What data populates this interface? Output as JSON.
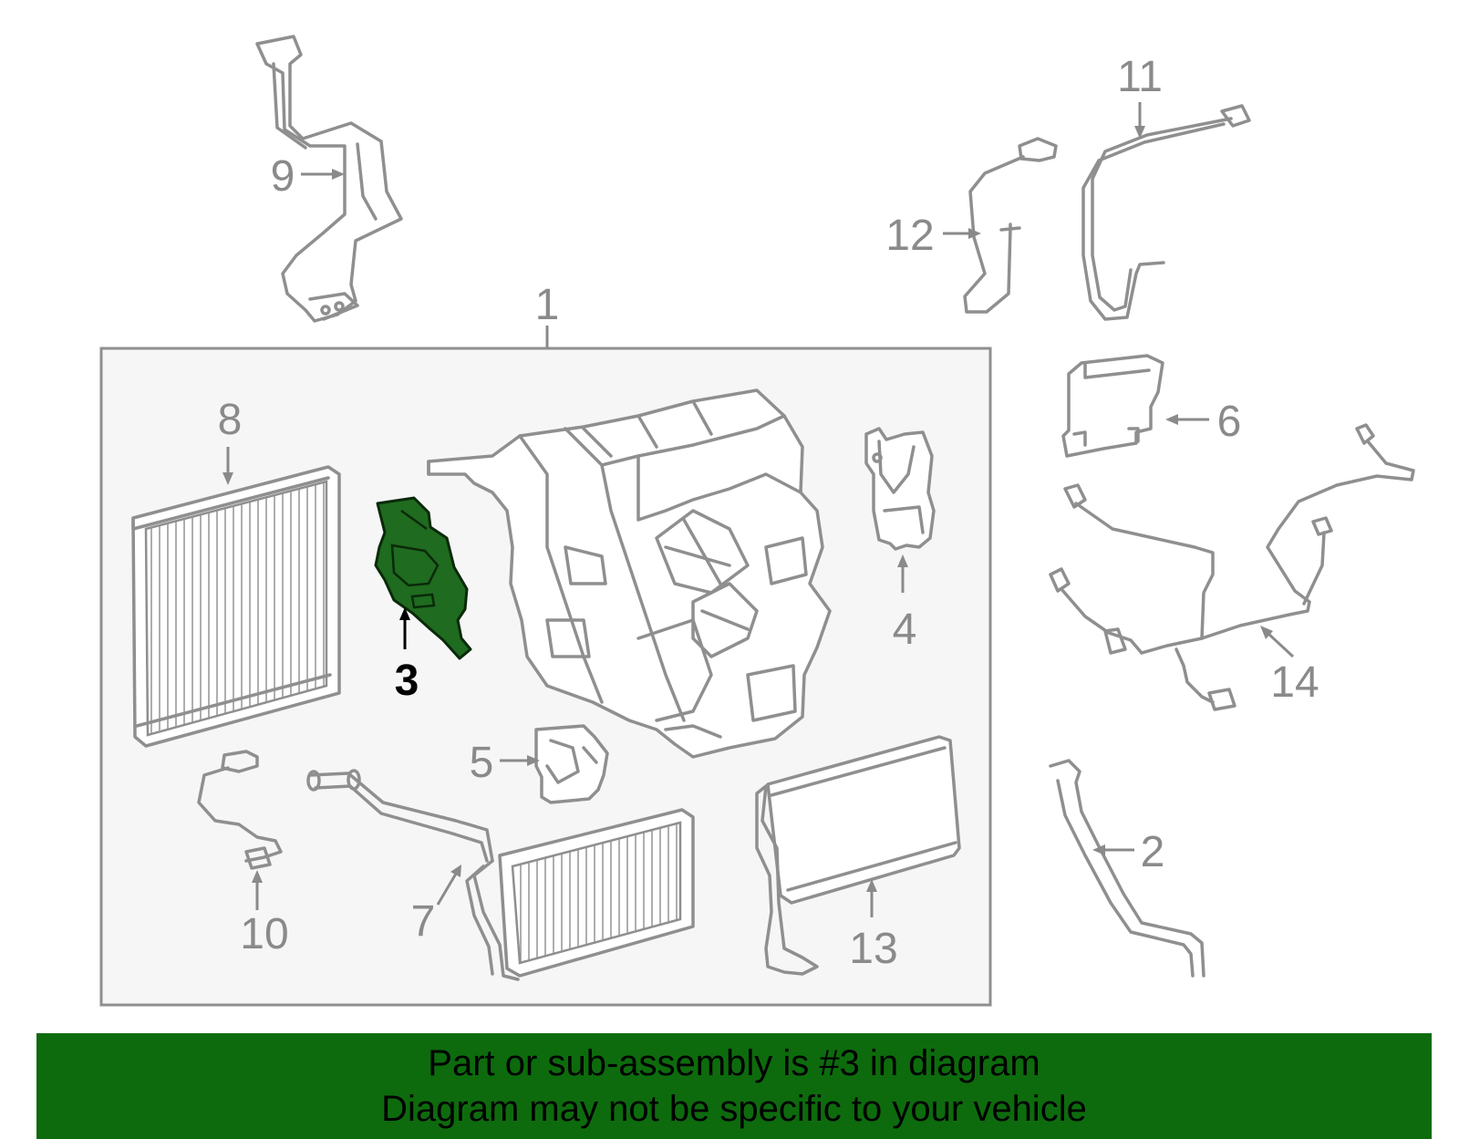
{
  "callouts": [
    {
      "id": "1",
      "text": "1",
      "highlighted": false
    },
    {
      "id": "2",
      "text": "2",
      "highlighted": false
    },
    {
      "id": "3",
      "text": "3",
      "highlighted": true
    },
    {
      "id": "4",
      "text": "4",
      "highlighted": false
    },
    {
      "id": "5",
      "text": "5",
      "highlighted": false
    },
    {
      "id": "6",
      "text": "6",
      "highlighted": false
    },
    {
      "id": "7",
      "text": "7",
      "highlighted": false
    },
    {
      "id": "8",
      "text": "8",
      "highlighted": false
    },
    {
      "id": "9",
      "text": "9",
      "highlighted": false
    },
    {
      "id": "10",
      "text": "10",
      "highlighted": false
    },
    {
      "id": "11",
      "text": "11",
      "highlighted": false
    },
    {
      "id": "12",
      "text": "12",
      "highlighted": false
    },
    {
      "id": "13",
      "text": "13",
      "highlighted": false
    },
    {
      "id": "14",
      "text": "14",
      "highlighted": false
    }
  ],
  "banner": {
    "line1": "Part or sub-assembly is #3 in diagram",
    "line2": "Diagram may not be specific to your vehicle"
  },
  "colors": {
    "highlight_part": "#1f6b1f",
    "banner_bg": "#0d6b0d",
    "line_gray": "#8f8f8f",
    "box_bg": "#f6f6f6"
  }
}
